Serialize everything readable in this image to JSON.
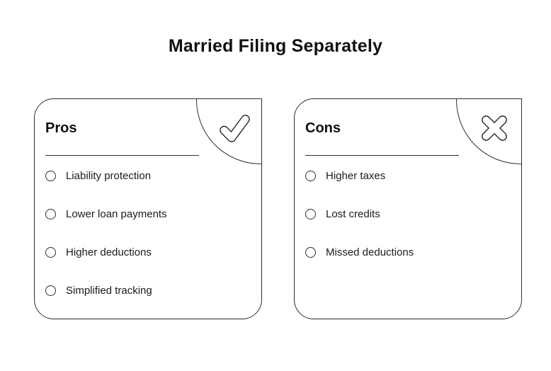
{
  "page": {
    "title": "Married Filing Separately"
  },
  "colors": {
    "background": "#ffffff",
    "line": "#2d2d2d",
    "text": "#1b1b1b"
  },
  "cards": [
    {
      "header": "Pros",
      "icon": "check-icon",
      "items": [
        "Liability protection",
        "Lower loan payments",
        "Higher deductions",
        "Simplified tracking"
      ]
    },
    {
      "header": "Cons",
      "icon": "cross-icon",
      "items": [
        "Higher taxes",
        "Lost credits",
        "Missed deductions"
      ]
    }
  ]
}
